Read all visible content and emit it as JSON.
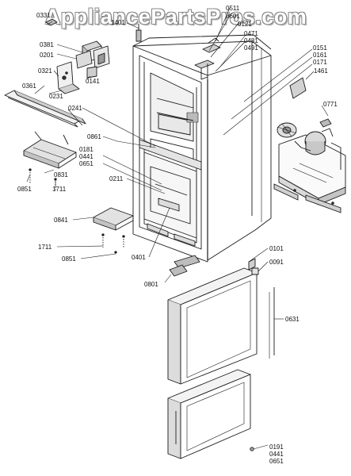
{
  "watermark": "AppliancePartsPros.com",
  "colors": {
    "line": "#1a1a1a",
    "fill": "#ffffff",
    "shade": "#d8d8d8",
    "dark": "#555555"
  },
  "labels": {
    "p0331": "0331",
    "p1401": "1401",
    "p0511": "0511",
    "p0601": "0601",
    "p0121": "0121",
    "p0381": "0381",
    "p0201": "0201",
    "p0471": "0471",
    "p0481": "0481",
    "p0491": "0491",
    "p0321": "0321",
    "p0141": "0141",
    "p0151": "0151",
    "p0161": "0161",
    "p0171": "0171",
    "p0361": "0361",
    "p0231": "0231",
    "p1461": "1461",
    "p0241": "0241",
    "p0771": "0771",
    "p0861": "0861",
    "p0181": "0181",
    "p0441a": "0441",
    "p0651a": "0651",
    "p0831": "0831",
    "p0211": "0211",
    "p0851a": "0851",
    "p1711a": "1711",
    "p0841": "0841",
    "p1711b": "1711",
    "p0851b": "0851",
    "p0401": "0401",
    "p0101": "0101",
    "p0091": "0091",
    "p0801": "0801",
    "p0631": "0631",
    "p0191": "0191",
    "p0441b": "0441",
    "p0651b": "0651"
  }
}
